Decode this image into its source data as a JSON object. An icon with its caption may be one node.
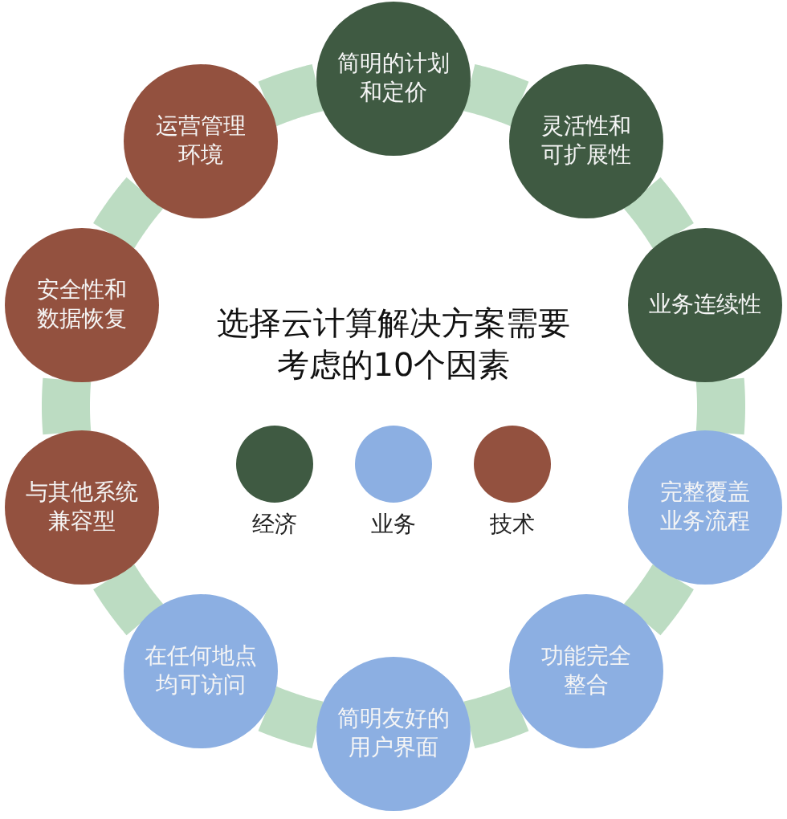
{
  "diagram": {
    "title": "选择云计算解决方案需要考虑的10个因素",
    "nodes": [
      {
        "text": [
          "简明的计划和定价"
        ]
      },
      {
        "text": [
          "灵活性和可扩展性"
        ]
      },
      {
        "text": [
          "业务连续性"
        ]
      },
      {
        "text": [
          "完整覆盖业务流程"
        ]
      },
      {
        "text": [
          "功能完全整合"
        ]
      },
      {
        "text": [
          "简明友好的用户界面"
        ]
      },
      {
        "text": [
          "在任何地点均可访问"
        ]
      },
      {
        "text": [
          "与其他系统兼容型"
        ]
      },
      {
        "text": [
          "安全性和数据恢复"
        ]
      },
      {
        "text": [
          "运营管理环境"
        ]
      }
    ],
    "edges": [
      {
        "from": 0,
        "to": 1,
        "arrow": "none"
      },
      {
        "from": 1,
        "to": 2,
        "arrow": "none"
      },
      {
        "from": 2,
        "to": 3,
        "arrow": "none"
      },
      {
        "from": 3,
        "to": 4,
        "arrow": "none"
      },
      {
        "from": 4,
        "to": 5,
        "arrow": "none"
      },
      {
        "from": 5,
        "to": 6,
        "arrow": "none"
      },
      {
        "from": 6,
        "to": 7,
        "arrow": "none"
      },
      {
        "from": 7,
        "to": 8,
        "arrow": "none"
      },
      {
        "from": 8,
        "to": 9,
        "arrow": "none"
      },
      {
        "from": 9,
        "to": 0,
        "arrow": "none"
      }
    ],
    "legend": [
      {
        "text": "经济",
        "color": "#3f5a42"
      },
      {
        "text": "业务",
        "color": "#8cafe2"
      },
      {
        "text": "技术",
        "color": "#93513f"
      }
    ]
  }
}
